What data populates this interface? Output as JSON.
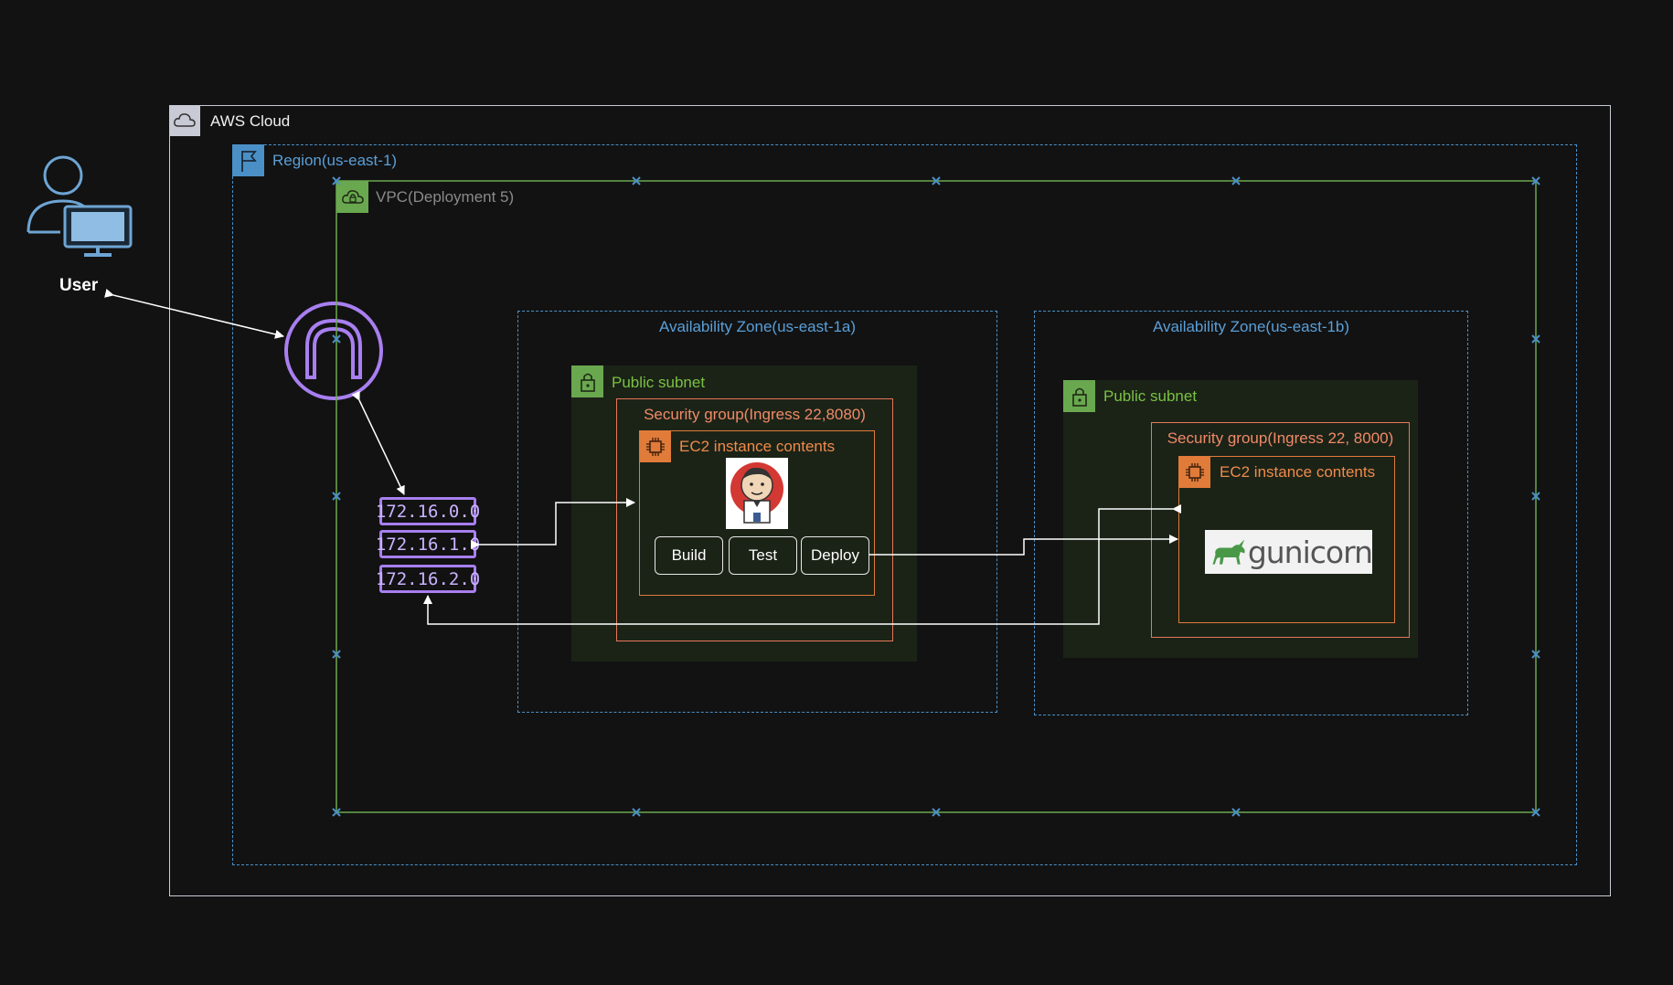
{
  "user": {
    "label": "User"
  },
  "aws_cloud": {
    "label": "AWS Cloud"
  },
  "region": {
    "label": "Region(us-east-1)"
  },
  "vpc": {
    "label": "VPC(Deployment 5)"
  },
  "route_table": {
    "entries": [
      "172.16.0.0",
      "172.16.1.0",
      "172.16.2.0"
    ]
  },
  "az_a": {
    "label": "Availability Zone(us-east-1a)",
    "subnet_label": "Public subnet",
    "security_group_label": "Security group(Ingress 22,8080)",
    "ec2_label": "EC2 instance contents",
    "buttons": {
      "build": "Build",
      "test": "Test",
      "deploy": "Deploy"
    }
  },
  "az_b": {
    "label": "Availability Zone(us-east-1b)",
    "subnet_label": "Public subnet",
    "security_group_label": "Security group(Ingress 22, 8000)",
    "ec2_label": "EC2 instance contents",
    "app_logo_text": "gunicorn"
  },
  "colors": {
    "background": "#121212",
    "cloud_border": "#c8cbd6",
    "region_blue": "#4a90c7",
    "vpc_green": "#6aa84f",
    "subnet_green": "#7ac143",
    "security_orange": "#e8765a",
    "ec2_orange": "#e07b39",
    "gateway_purple": "#a87ff0"
  }
}
